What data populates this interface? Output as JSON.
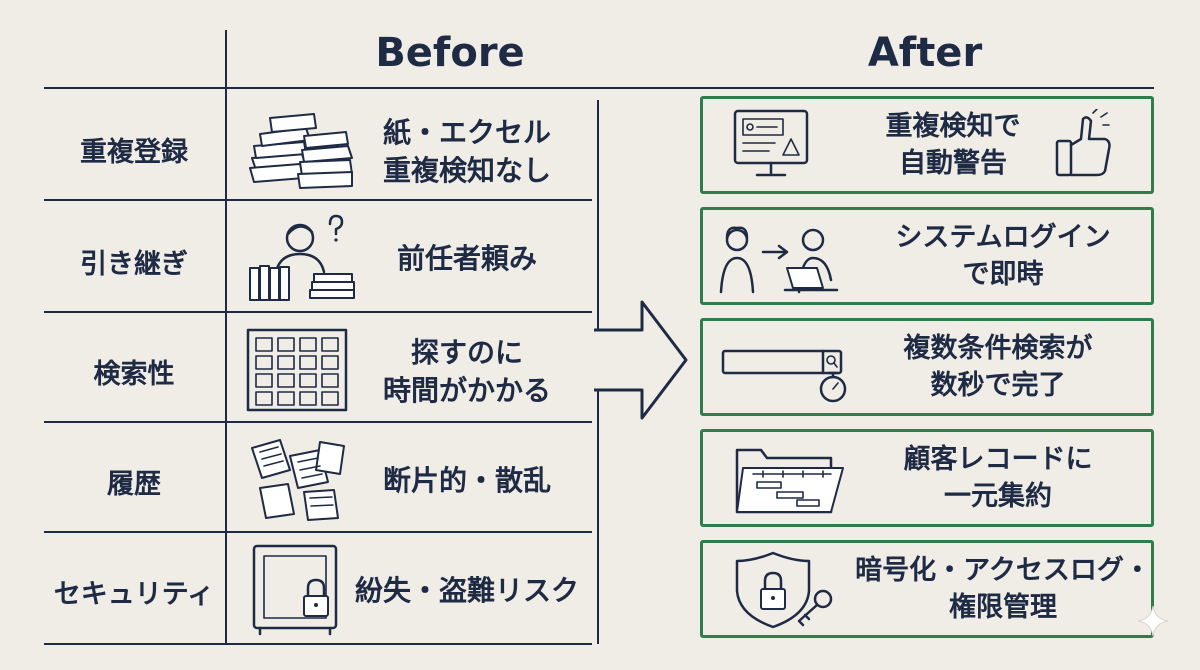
{
  "headers": {
    "before": "Before",
    "after": "After"
  },
  "rows": [
    {
      "label": "重複登録",
      "before": [
        "紙・エクセル",
        "重複検知なし"
      ],
      "after": [
        "重複検知で",
        "自動警告"
      ],
      "before_icon": "paper-stack-icon",
      "after_icon": "monitor-warning-thumbs-up-icon"
    },
    {
      "label": "引き継ぎ",
      "before": [
        "前任者頼み"
      ],
      "after": [
        "システムログイン",
        "で即時"
      ],
      "before_icon": "confused-person-binders-icon",
      "after_icon": "handover-laptop-icon"
    },
    {
      "label": "検索性",
      "before": [
        "探すのに",
        "時間がかかる"
      ],
      "after": [
        "複数条件検索が",
        "数秒で完了"
      ],
      "before_icon": "filing-cabinet-icon",
      "after_icon": "search-bar-stopwatch-icon"
    },
    {
      "label": "履歴",
      "before": [
        "断片的・散乱"
      ],
      "after": [
        "顧客レコードに",
        "一元集約"
      ],
      "before_icon": "scattered-papers-icon",
      "after_icon": "folder-timeline-icon"
    },
    {
      "label": "セキュリティ",
      "before": [
        "紛失・盗難リスク"
      ],
      "after": [
        "暗号化・アクセスログ・",
        "権限管理"
      ],
      "before_icon": "safe-padlock-icon",
      "after_icon": "shield-lock-key-icon"
    }
  ],
  "colors": {
    "background": "#efede6",
    "ink": "#1f2a44",
    "after_border": "#2e7d4a"
  }
}
